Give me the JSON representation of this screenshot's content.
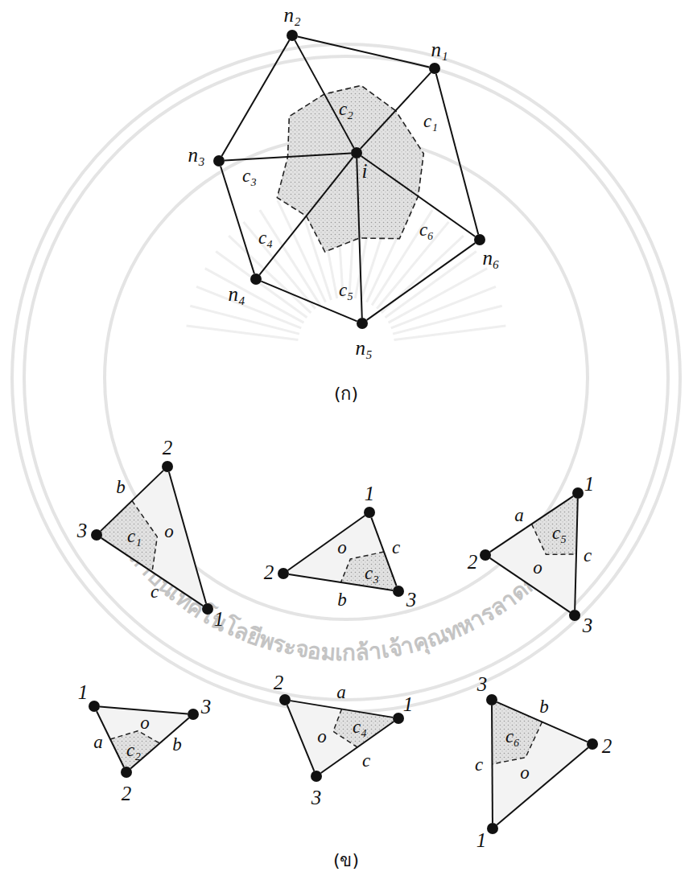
{
  "diagram": {
    "nodes": [
      {
        "text": [
          "n₂"
        ]
      },
      {
        "text": [
          "n₁"
        ]
      },
      {
        "text": [
          "n₃"
        ]
      },
      {
        "text": [
          "i"
        ]
      },
      {
        "text": [
          "n₆"
        ]
      },
      {
        "text": [
          "n₄"
        ]
      },
      {
        "text": [
          "n₅"
        ]
      },
      {
        "text": [
          "2"
        ]
      },
      {
        "text": [
          "3"
        ]
      },
      {
        "text": [
          "1"
        ]
      },
      {
        "text": [
          "1"
        ]
      },
      {
        "text": [
          "2"
        ]
      },
      {
        "text": [
          "3"
        ]
      },
      {
        "text": [
          "1"
        ]
      },
      {
        "text": [
          "2"
        ]
      },
      {
        "text": [
          "3"
        ]
      },
      {
        "text": [
          "1"
        ]
      },
      {
        "text": [
          "3"
        ]
      },
      {
        "text": [
          "2"
        ]
      },
      {
        "text": [
          "2"
        ]
      },
      {
        "text": [
          "1"
        ]
      },
      {
        "text": [
          "3"
        ]
      },
      {
        "text": [
          "3"
        ]
      },
      {
        "text": [
          "2"
        ]
      },
      {
        "text": [
          "1"
        ]
      }
    ],
    "edges": [
      {
        "from": 1,
        "to": 0,
        "arrow": "none"
      },
      {
        "from": 0,
        "to": 2,
        "arrow": "none"
      },
      {
        "from": 2,
        "to": 5,
        "arrow": "none"
      },
      {
        "from": 5,
        "to": 6,
        "arrow": "none"
      },
      {
        "from": 6,
        "to": 4,
        "arrow": "none"
      },
      {
        "from": 4,
        "to": 1,
        "arrow": "none"
      },
      {
        "from": 3,
        "to": 1,
        "arrow": "none"
      },
      {
        "from": 3,
        "to": 0,
        "arrow": "none"
      },
      {
        "from": 3,
        "to": 2,
        "arrow": "none"
      },
      {
        "from": 3,
        "to": 5,
        "arrow": "none"
      },
      {
        "from": 3,
        "to": 6,
        "arrow": "none"
      },
      {
        "from": 3,
        "to": 4,
        "arrow": "none"
      },
      {
        "from": 7,
        "to": 8,
        "arrow": "none"
      },
      {
        "from": 8,
        "to": 9,
        "arrow": "none"
      },
      {
        "from": 9,
        "to": 7,
        "arrow": "none"
      },
      {
        "from": 10,
        "to": 11,
        "arrow": "none"
      },
      {
        "from": 11,
        "to": 12,
        "arrow": "none"
      },
      {
        "from": 12,
        "to": 10,
        "arrow": "none"
      },
      {
        "from": 13,
        "to": 14,
        "arrow": "none"
      },
      {
        "from": 14,
        "to": 15,
        "arrow": "none"
      },
      {
        "from": 15,
        "to": 13,
        "arrow": "none"
      },
      {
        "from": 16,
        "to": 17,
        "arrow": "none"
      },
      {
        "from": 17,
        "to": 18,
        "arrow": "none"
      },
      {
        "from": 18,
        "to": 16,
        "arrow": "none"
      },
      {
        "from": 19,
        "to": 20,
        "arrow": "none"
      },
      {
        "from": 20,
        "to": 21,
        "arrow": "none"
      },
      {
        "from": 21,
        "to": 19,
        "arrow": "none"
      },
      {
        "from": 22,
        "to": 23,
        "arrow": "none"
      },
      {
        "from": 23,
        "to": 24,
        "arrow": "none"
      },
      {
        "from": 24,
        "to": 22,
        "arrow": "none"
      }
    ],
    "labels": [
      "c₂",
      "c₁",
      "c₃",
      "c₄",
      "c₆",
      "c₅",
      "(ก)",
      "b",
      "c₁",
      "o",
      "c",
      "o",
      "c",
      "c₃",
      "b",
      "a",
      "c₅",
      "c",
      "o",
      "o",
      "c₂",
      "a",
      "b",
      "a",
      "c₄",
      "o",
      "c",
      "b",
      "c₆",
      "c",
      "o",
      "(ข)",
      "สถาบันเทคโนโลยีพระจอมเกล้าเจ้าคุณทหารลาดกระบัง"
    ]
  }
}
